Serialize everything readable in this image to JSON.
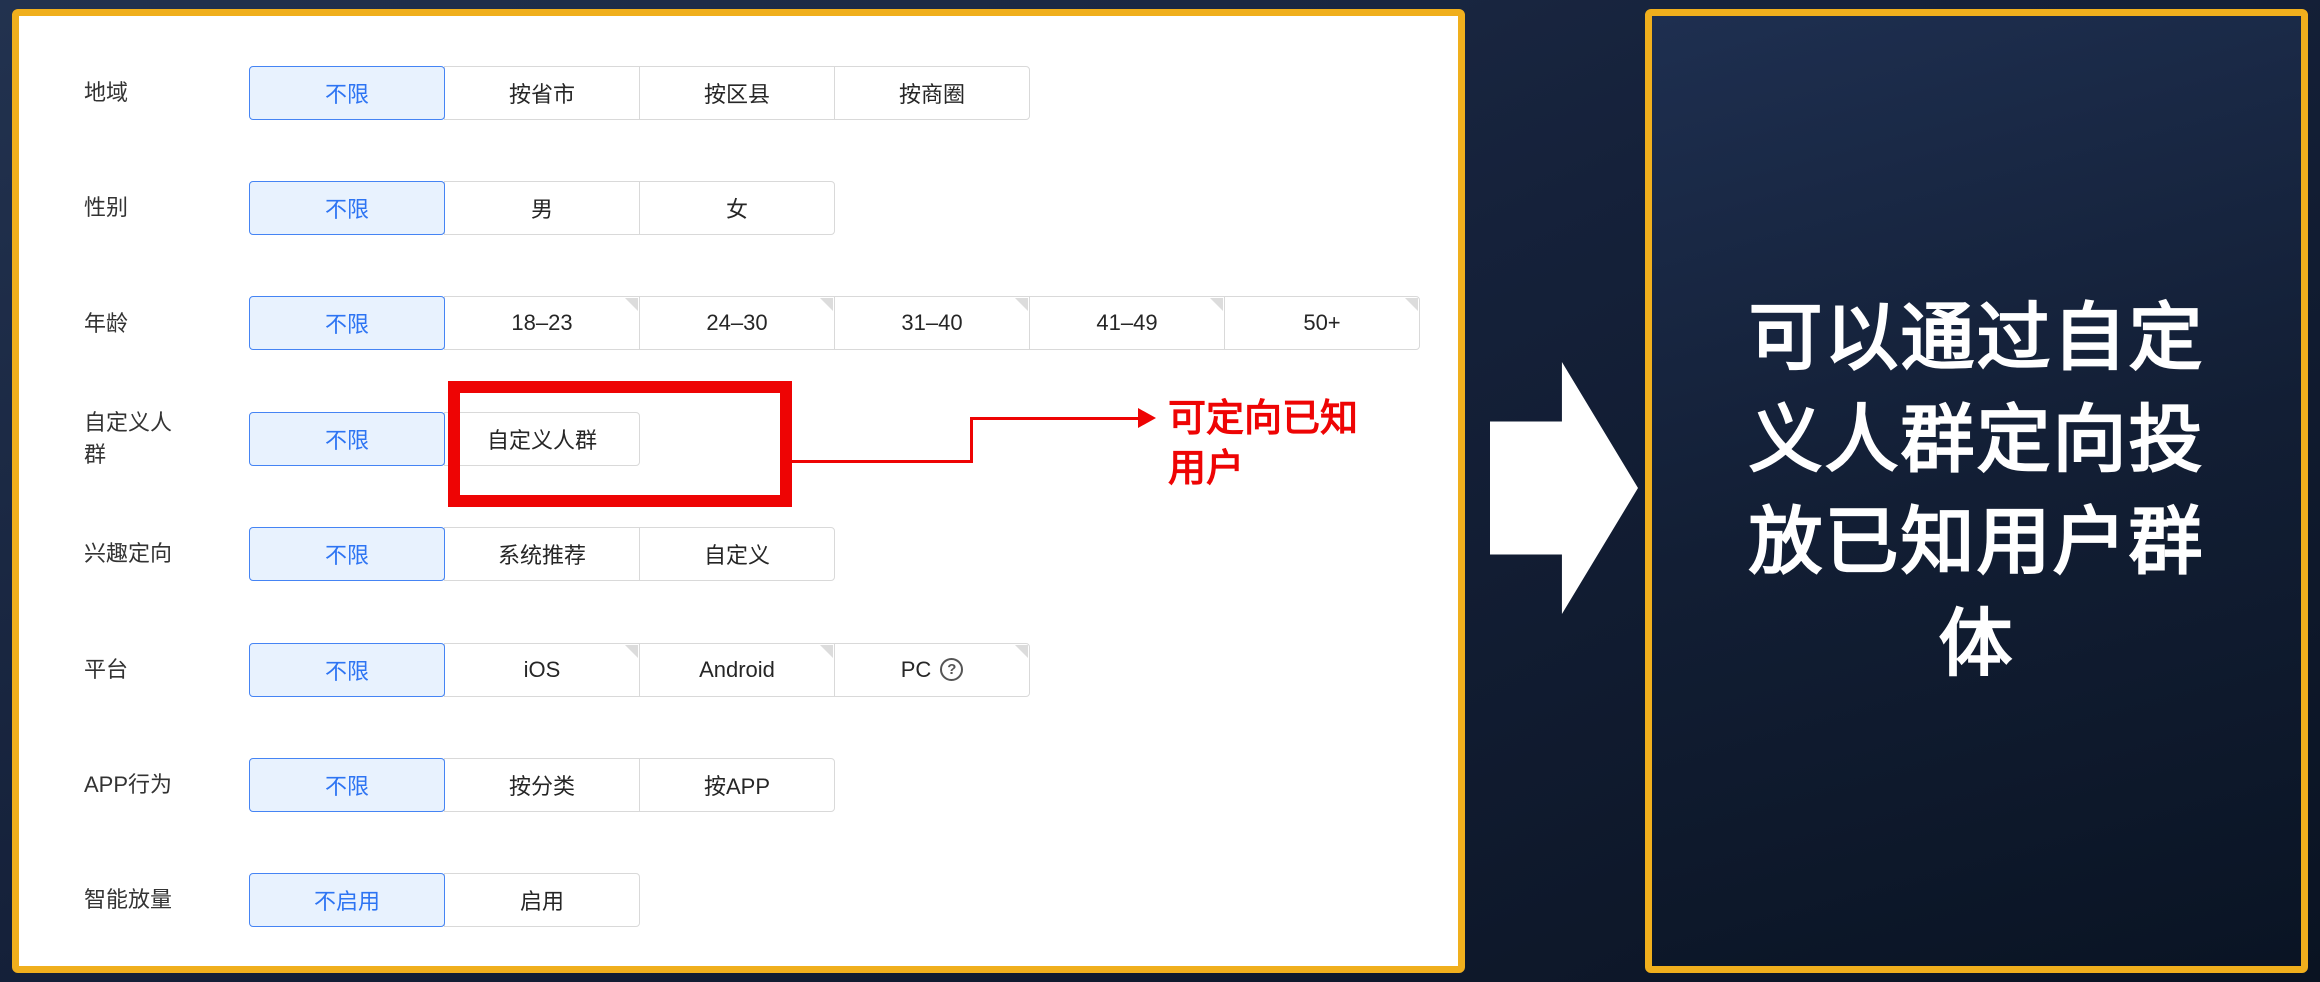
{
  "page": {
    "accent_yellow": "#f0af1d",
    "annotation_red": "#ee0404",
    "selected_blue": "#2d74f3"
  },
  "panel": {
    "help_glyph": "?",
    "rows": [
      {
        "id": "region",
        "label": "地域",
        "options": [
          {
            "name": "unlimited",
            "text": "不限",
            "selected": true
          },
          {
            "name": "by-province-city",
            "text": "按省市"
          },
          {
            "name": "by-district-county",
            "text": "按区县"
          },
          {
            "name": "by-business-area",
            "text": "按商圈"
          }
        ]
      },
      {
        "id": "gender",
        "label": "性别",
        "options": [
          {
            "name": "unlimited",
            "text": "不限",
            "selected": true
          },
          {
            "name": "male",
            "text": "男"
          },
          {
            "name": "female",
            "text": "女"
          }
        ]
      },
      {
        "id": "age",
        "label": "年龄",
        "options": [
          {
            "name": "unlimited",
            "text": "不限",
            "selected": true
          },
          {
            "name": "18-23",
            "text": "18–23",
            "corner": true
          },
          {
            "name": "24-30",
            "text": "24–30",
            "corner": true
          },
          {
            "name": "31-40",
            "text": "31–40",
            "corner": true
          },
          {
            "name": "41-49",
            "text": "41–49",
            "corner": true
          },
          {
            "name": "50-plus",
            "text": "50+",
            "corner": true
          }
        ]
      },
      {
        "id": "custom-audience",
        "label": "自定义人群",
        "options": [
          {
            "name": "unlimited",
            "text": "不限",
            "selected": true
          },
          {
            "name": "custom-audience",
            "text": "自定义人群"
          }
        ]
      },
      {
        "id": "interest",
        "label": "兴趣定向",
        "options": [
          {
            "name": "unlimited",
            "text": "不限",
            "selected": true
          },
          {
            "name": "system-recommend",
            "text": "系统推荐"
          },
          {
            "name": "custom",
            "text": "自定义"
          }
        ]
      },
      {
        "id": "platform",
        "label": "平台",
        "options": [
          {
            "name": "unlimited",
            "text": "不限",
            "selected": true
          },
          {
            "name": "ios",
            "text": "iOS",
            "corner": true
          },
          {
            "name": "android",
            "text": "Android",
            "corner": true
          },
          {
            "name": "pc",
            "text": "PC",
            "corner": true,
            "help": true
          }
        ]
      },
      {
        "id": "app-behavior",
        "label": "APP行为",
        "options": [
          {
            "name": "unlimited",
            "text": "不限",
            "selected": true
          },
          {
            "name": "by-category",
            "text": "按分类"
          },
          {
            "name": "by-app",
            "text": "按APP"
          }
        ]
      },
      {
        "id": "smart-scaling",
        "label": "智能放量",
        "options": [
          {
            "name": "disabled",
            "text": "不启用",
            "selected": true
          },
          {
            "name": "enabled",
            "text": "启用"
          }
        ]
      }
    ]
  },
  "annotation": {
    "note_lines": [
      "可定向已知",
      "用户"
    ]
  },
  "callout": {
    "lines": [
      "可以通过自定",
      "义人群定向投",
      "放已知用户群",
      "体"
    ],
    "text": "可以通过自定义人群定向投放已知用户群体"
  }
}
